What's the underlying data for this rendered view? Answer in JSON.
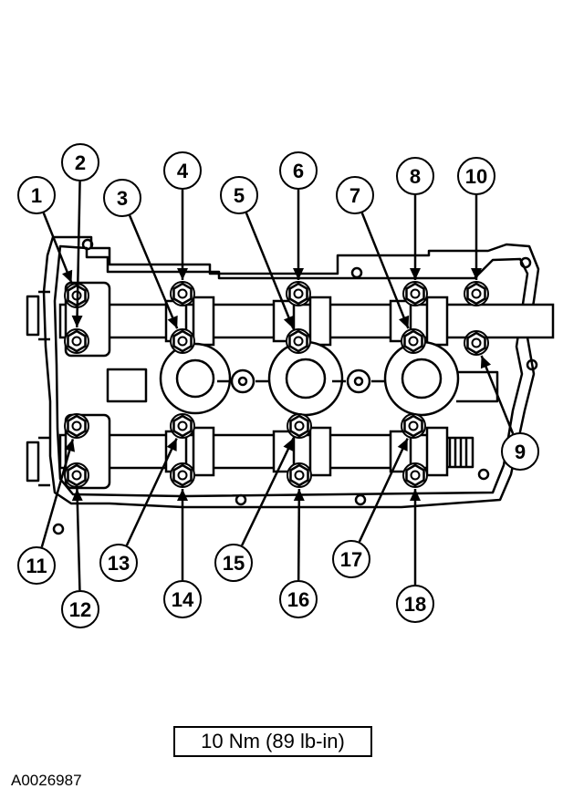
{
  "callouts": [
    {
      "label": "1"
    },
    {
      "label": "2"
    },
    {
      "label": "3"
    },
    {
      "label": "4"
    },
    {
      "label": "5"
    },
    {
      "label": "6"
    },
    {
      "label": "7"
    },
    {
      "label": "8"
    },
    {
      "label": "9"
    },
    {
      "label": "10"
    },
    {
      "label": "11"
    },
    {
      "label": "12"
    },
    {
      "label": "13"
    },
    {
      "label": "14"
    },
    {
      "label": "15"
    },
    {
      "label": "16"
    },
    {
      "label": "17"
    },
    {
      "label": "18"
    }
  ],
  "torque_spec": "10 Nm (89 lb-in)",
  "reference_id": "A0026987"
}
